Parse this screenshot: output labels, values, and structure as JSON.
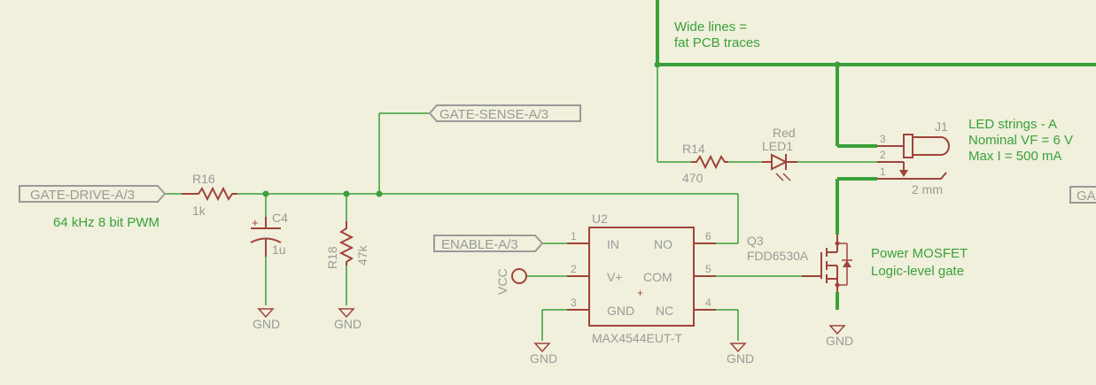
{
  "nets": {
    "gate_drive": "GATE-DRIVE-A/3",
    "gate_sense": "GATE-SENSE-A/3",
    "enable": "ENABLE-A/3",
    "right_cut": "GA"
  },
  "notes": {
    "pwm": "64 kHz 8 bit PWM",
    "wide_line1": "Wide lines =",
    "wide_line2": "fat PCB traces",
    "led_line1": "LED strings - A",
    "led_line2": "Nominal VF = 6 V",
    "led_line3": "Max I = 500 mA",
    "mosfet_line1": "Power MOSFET",
    "mosfet_line2": "Logic-level gate"
  },
  "components": {
    "r16": {
      "ref": "R16",
      "value": "1k"
    },
    "c4": {
      "ref": "C4",
      "value": "1u"
    },
    "r18": {
      "ref": "R18",
      "value": "47k"
    },
    "r14": {
      "ref": "R14",
      "value": "470"
    },
    "led1": {
      "ref": "LED1",
      "color": "Red"
    },
    "j1": {
      "ref": "J1",
      "size": "2 mm"
    },
    "q3": {
      "ref": "Q3",
      "value": "FDD6530A"
    },
    "u2": {
      "ref": "U2",
      "value": "MAX4544EUT-T",
      "pins": {
        "in": "IN",
        "no": "NO",
        "vplus": "V+",
        "com": "COM",
        "gnd": "GND",
        "nc": "NC"
      },
      "pin_numbers": {
        "in": "1",
        "no": "6",
        "vplus": "2",
        "com": "5",
        "gnd": "3",
        "nc": "4"
      }
    }
  },
  "j1_pins": {
    "p1": "1",
    "p2": "2",
    "p3": "3"
  },
  "power": {
    "gnd": "GND",
    "vcc": "VCC"
  },
  "colors": {
    "wire": "#3aa03a",
    "part": "#a0433a",
    "label": "#9a9a9a",
    "background": "#f0f0dc"
  }
}
